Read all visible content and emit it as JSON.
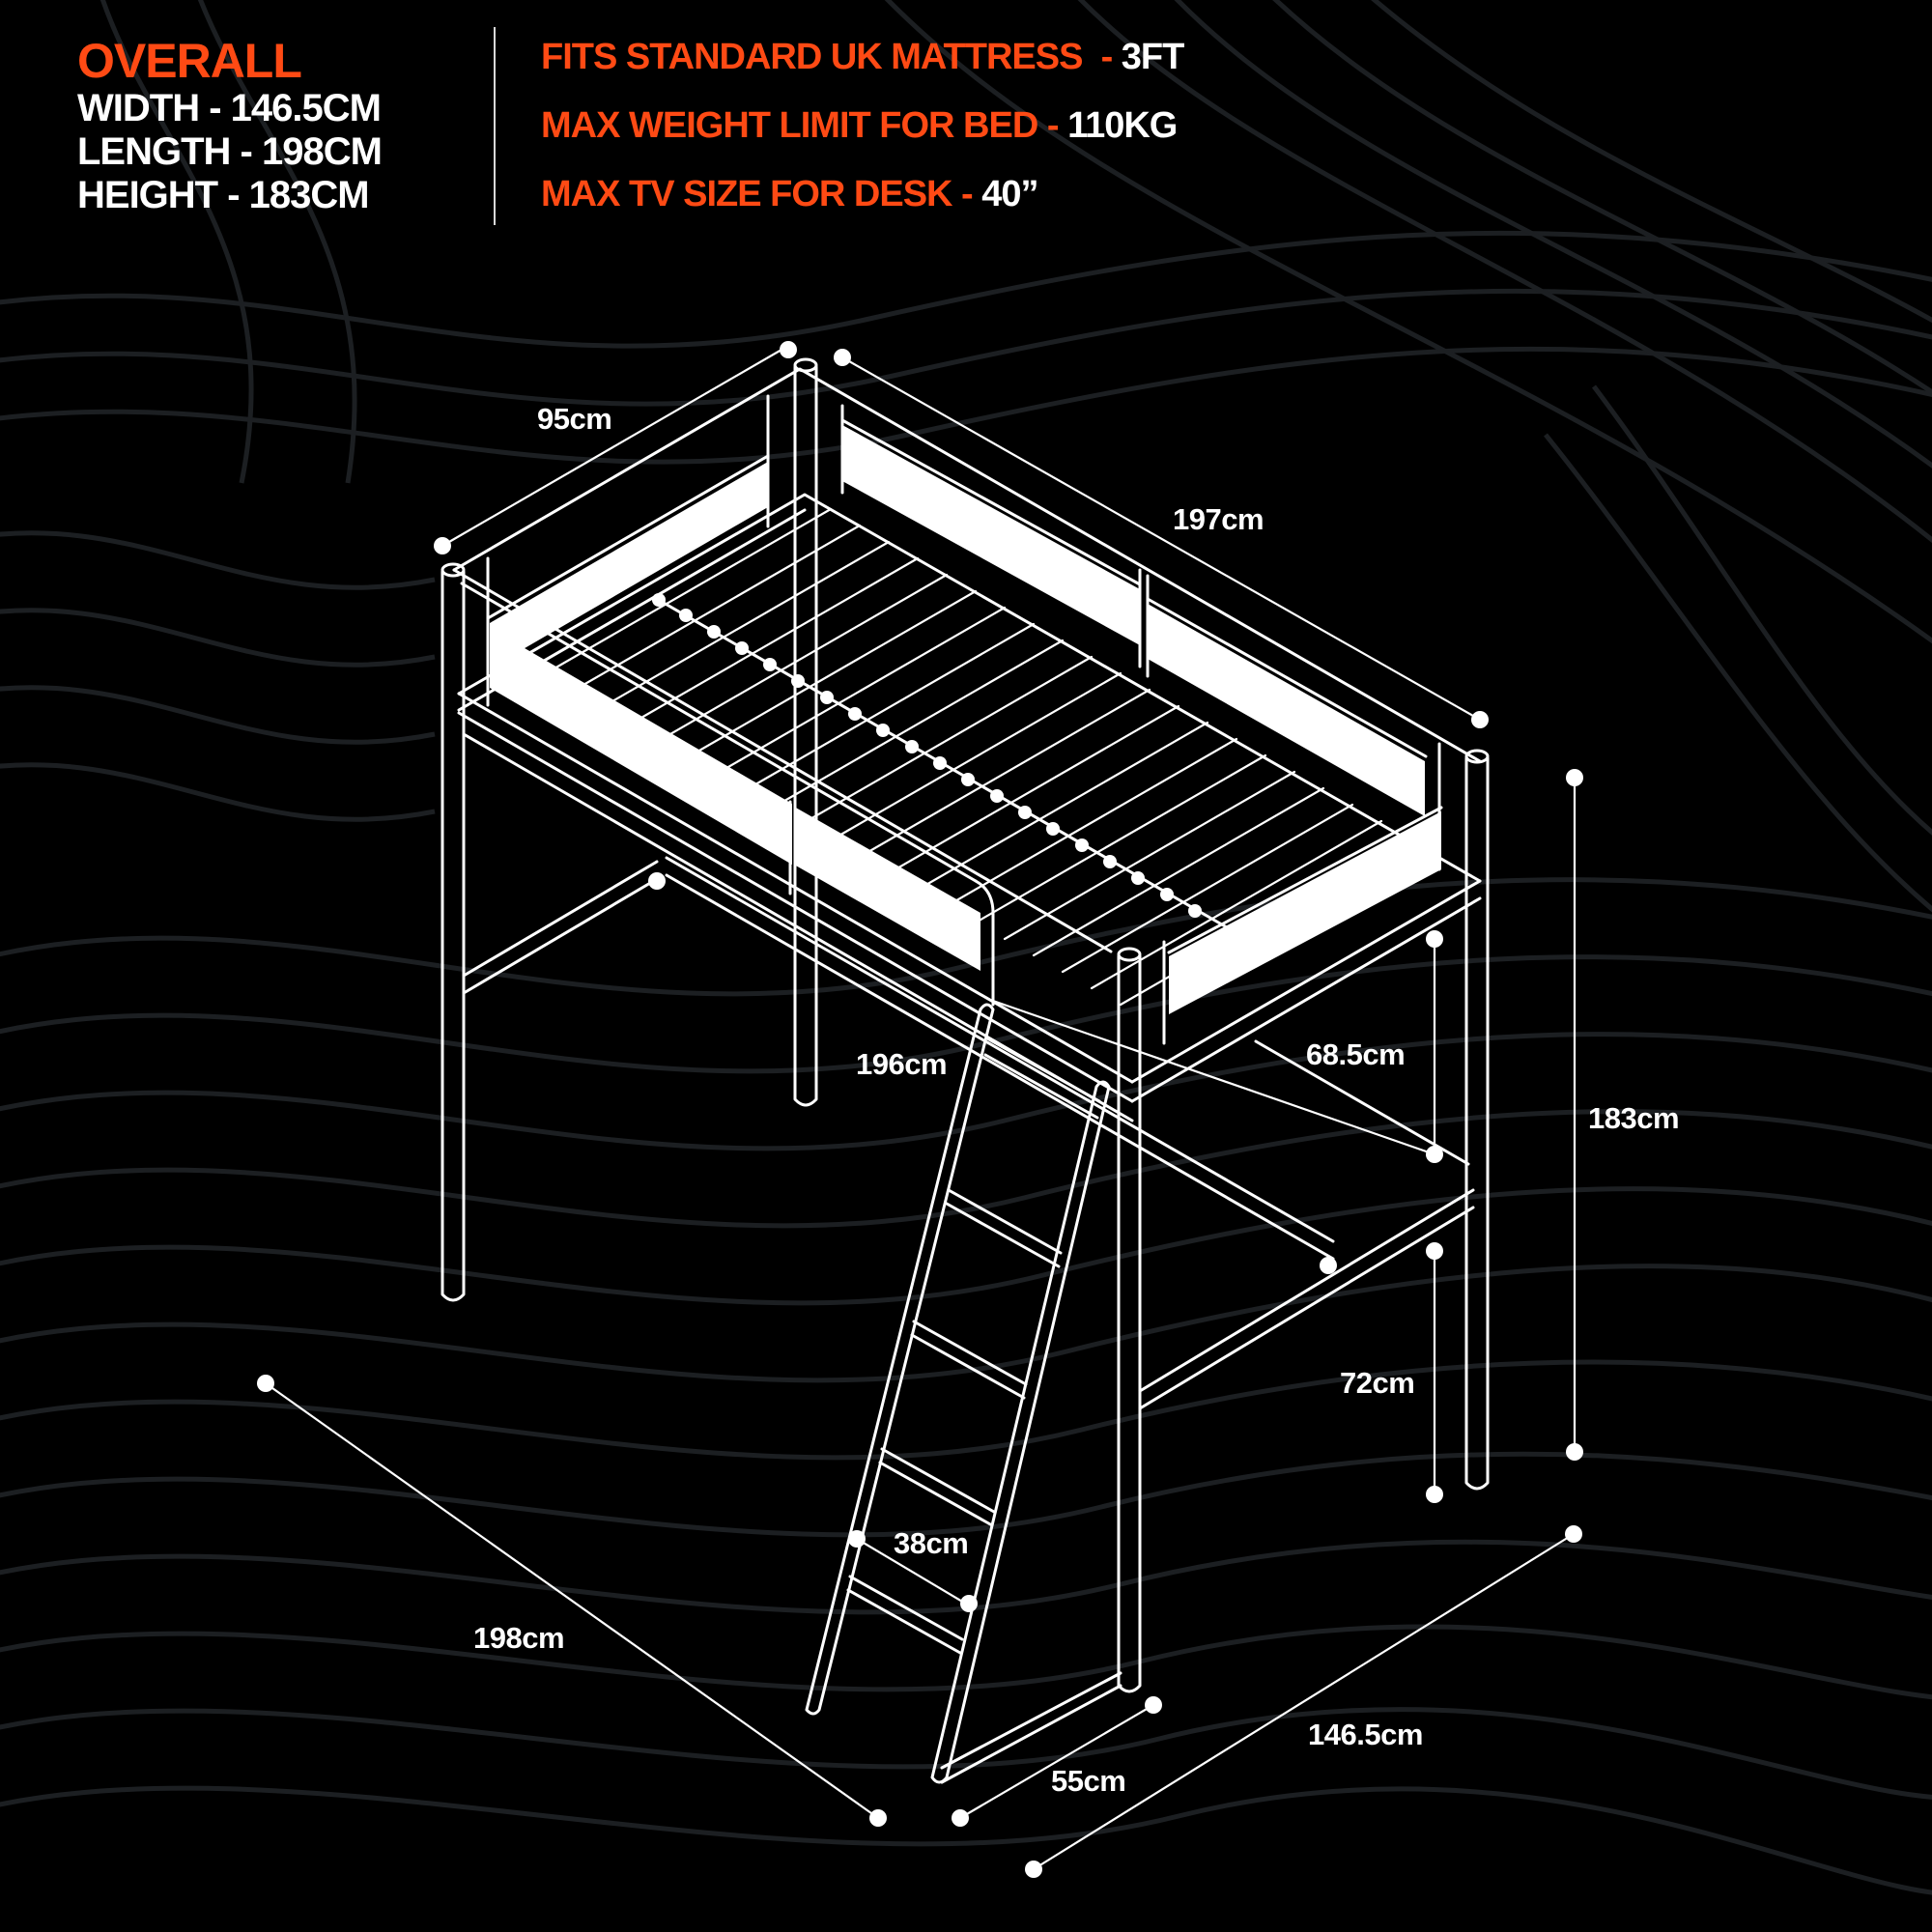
{
  "colors": {
    "background": "#000000",
    "accent": "#ff4a14",
    "text": "#ffffff",
    "contour_lines": "#1c1f22"
  },
  "overall": {
    "title": "OVERALL",
    "width": {
      "label": "WIDTH - ",
      "value": "146.5CM"
    },
    "length": {
      "label": "LENGTH - ",
      "value": "198CM"
    },
    "height": {
      "label": "HEIGHT - ",
      "value": "183CM"
    }
  },
  "specs": [
    {
      "label": "FITS STANDARD UK MATTRESS  - ",
      "value": "3FT"
    },
    {
      "label": "MAX WEIGHT LIMIT FOR BED - ",
      "value": "110KG"
    },
    {
      "label": "MAX TV SIZE FOR DESK - ",
      "value": "40”"
    }
  ],
  "diagram": {
    "subject": "loft bed with ladder, isometric line drawing",
    "dimensions": {
      "bed_width": "95cm",
      "bed_length": "197cm",
      "under_length": "196cm",
      "desk_clearance": "68.5cm",
      "total_height": "183cm",
      "desk_height": "72cm",
      "ladder_width": "38cm",
      "overall_length": "198cm",
      "ladder_offset": "55cm",
      "overall_width": "146.5cm"
    }
  }
}
